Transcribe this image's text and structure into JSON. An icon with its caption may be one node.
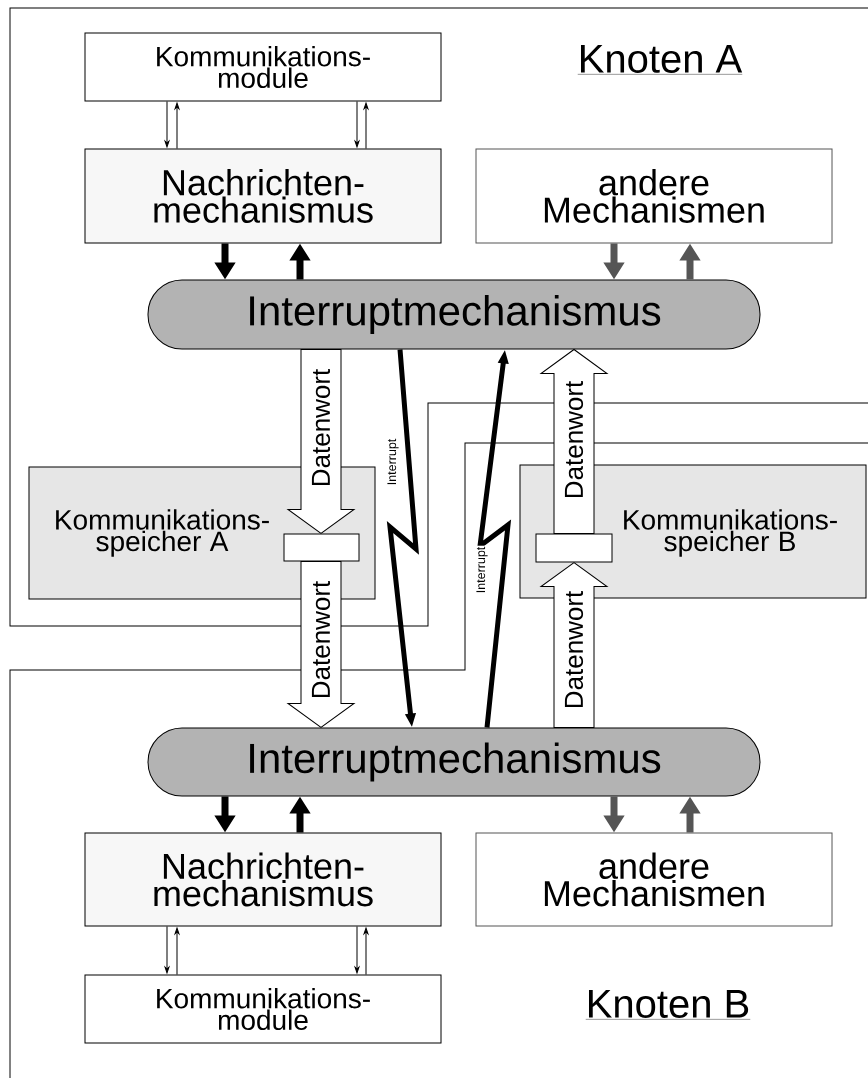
{
  "diagram": {
    "nodes": [
      {
        "text": [
          "Kommunikations- module"
        ]
      },
      {
        "text": [
          "Nachrichten- mechanismus"
        ]
      },
      {
        "text": [
          "andere Mechanismen"
        ]
      },
      {
        "text": [
          "Interruptmechanismus"
        ]
      },
      {
        "text": [
          "Kommunikations- speicher A"
        ]
      },
      {
        "text": [],
        "shape": "box",
        "in": 4
      },
      {
        "text": [
          "Kommunikations- speicher B"
        ]
      },
      {
        "text": [],
        "shape": "box",
        "in": 6
      },
      {
        "text": [
          "Interruptmechanismus"
        ]
      },
      {
        "text": [
          "Nachrichten- mechanismus"
        ]
      },
      {
        "text": [
          "andere Mechanismen"
        ]
      },
      {
        "text": [
          "Kommunikations- module"
        ]
      }
    ],
    "edges": [
      {
        "from": 0,
        "to": 1,
        "arrow": "to"
      },
      {
        "from": 1,
        "to": 0,
        "arrow": "to"
      },
      {
        "from": 0,
        "to": 1,
        "arrow": "to"
      },
      {
        "from": 1,
        "to": 0,
        "arrow": "to"
      },
      {
        "from": 1,
        "to": 3,
        "arrow": "to"
      },
      {
        "from": 3,
        "to": 1,
        "arrow": "to"
      },
      {
        "from": 2,
        "to": 3,
        "arrow": "to",
        "color": "#555555"
      },
      {
        "from": 3,
        "to": 2,
        "arrow": "to",
        "color": "#555555"
      },
      {
        "from": 3,
        "to": 5,
        "arrow": "to",
        "label": "Datenwort"
      },
      {
        "from": 5,
        "to": 8,
        "arrow": "to",
        "label": "Datenwort"
      },
      {
        "from": 3,
        "to": 8,
        "arrow": "to",
        "label": "Interrupt"
      },
      {
        "from": 8,
        "to": 3,
        "arrow": "to",
        "label": "Interrupt"
      },
      {
        "from": 8,
        "to": 7,
        "arrow": "to",
        "label": "Datenwort"
      },
      {
        "from": 7,
        "to": 3,
        "arrow": "to",
        "label": "Datenwort"
      },
      {
        "from": 8,
        "to": 9,
        "arrow": "to"
      },
      {
        "from": 9,
        "to": 8,
        "arrow": "to"
      },
      {
        "from": 8,
        "to": 10,
        "arrow": "to",
        "color": "#555555"
      },
      {
        "from": 10,
        "to": 8,
        "arrow": "to",
        "color": "#555555"
      },
      {
        "from": 9,
        "to": 11,
        "arrow": "to"
      },
      {
        "from": 11,
        "to": 9,
        "arrow": "to"
      },
      {
        "from": 9,
        "to": 11,
        "arrow": "to"
      },
      {
        "from": 11,
        "to": 9,
        "arrow": "to"
      }
    ],
    "labels": [
      "Knoten A",
      "Knoten B"
    ]
  }
}
